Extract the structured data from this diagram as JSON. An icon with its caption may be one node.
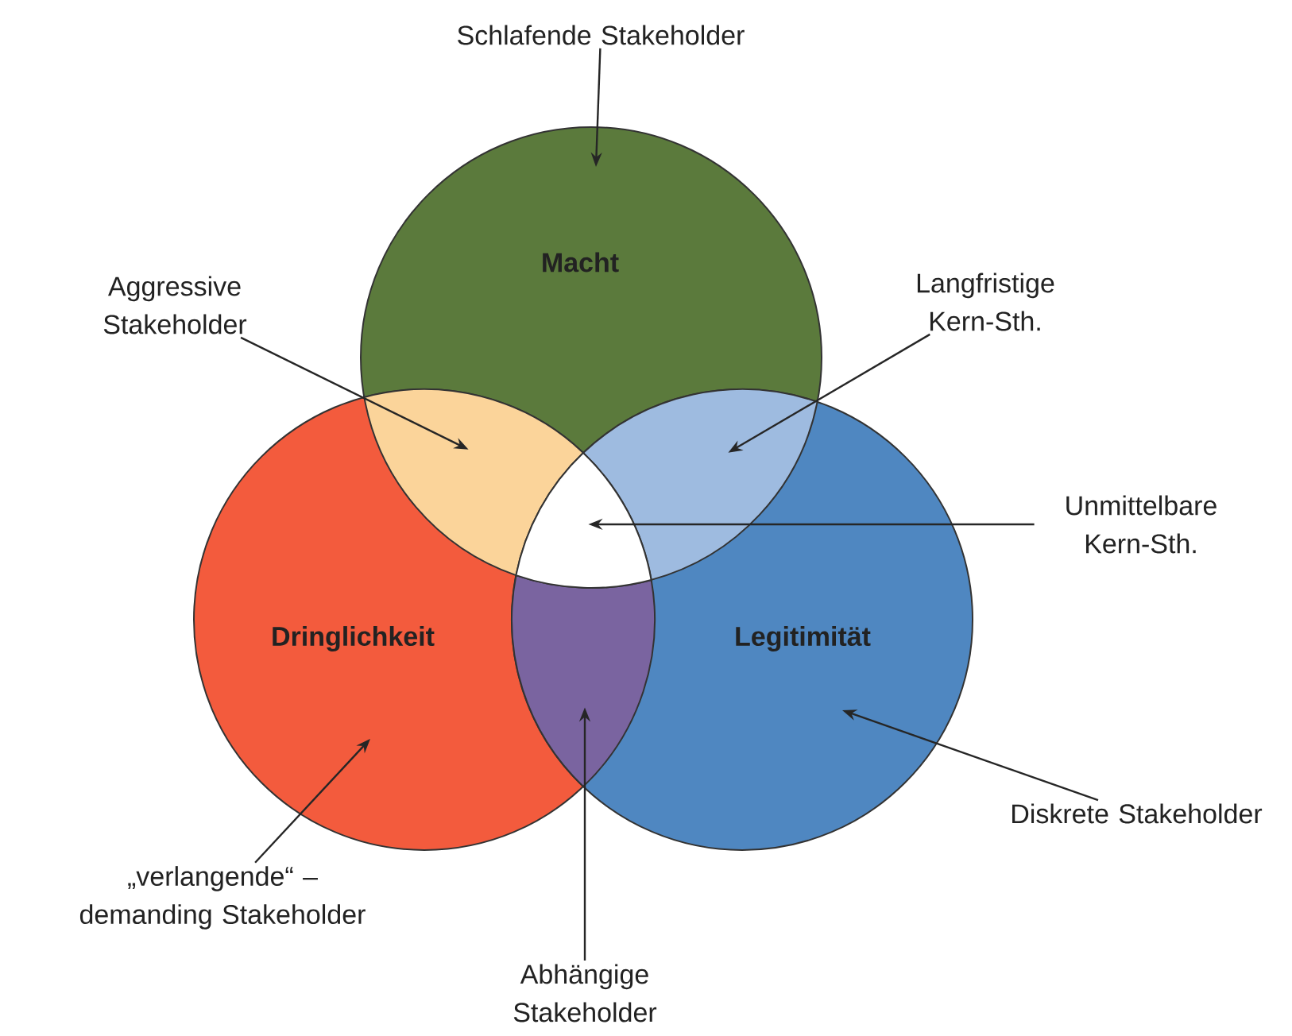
{
  "diagram": {
    "nodes": [
      {
        "text": [
          "Macht"
        ]
      },
      {
        "text": [
          "Dringlichkeit"
        ]
      },
      {
        "text": [
          "Legitimität"
        ]
      },
      {
        "text": [
          "Schlafende Stakeholder"
        ]
      },
      {
        "text": [
          "Aggressive Stakeholder"
        ]
      },
      {
        "text": [],
        "shape": "lens"
      },
      {
        "text": [
          "Langfristige Kern-Sth."
        ]
      },
      {
        "text": [],
        "shape": "lens"
      },
      {
        "text": [
          "Unmittelbare Kern-Sth."
        ]
      },
      {
        "text": [],
        "shape": "triangle"
      },
      {
        "text": [
          "„verlangende“ – demanding Stakeholder"
        ]
      },
      {
        "text": [
          "Abhängige Stakeholder"
        ]
      },
      {
        "text": [],
        "shape": "lens"
      },
      {
        "text": [
          "Diskrete Stakeholder"
        ]
      }
    ],
    "edges": [
      {
        "from": 3,
        "to": 0,
        "arrow": "to"
      },
      {
        "from": 4,
        "to": 5,
        "arrow": "to"
      },
      {
        "from": 6,
        "to": 7,
        "arrow": "to"
      },
      {
        "from": 8,
        "to": 9,
        "arrow": "to"
      },
      {
        "from": 10,
        "to": 1,
        "arrow": "to"
      },
      {
        "from": 11,
        "to": 12,
        "arrow": "to"
      },
      {
        "from": 13,
        "to": 2,
        "arrow": "to"
      }
    ]
  }
}
